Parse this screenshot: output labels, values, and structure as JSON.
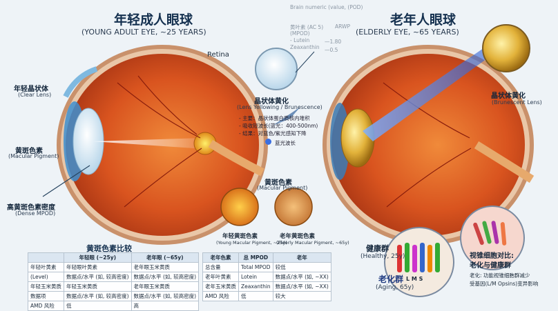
{
  "left_eye": {
    "title": "年轻成人眼球",
    "subtitle": "(YOUNG ADULT EYE, ~25 YEARS)",
    "retina_label": "Retina",
    "lens_cn": "年轻晶状体",
    "lens_en": "(Clear Lens)",
    "pigment_cn": "黄斑色素",
    "pigment_en": "(Macular Pigment)",
    "mpod_cn": "高黄斑色素密度",
    "mpod_en": "(Dense MPOD)"
  },
  "right_eye": {
    "title": "老年人眼球",
    "subtitle": "(ELDERLY EYE, ~65 YEARS)",
    "lens_cn": "晶状体黄化",
    "lens_en": "(Brunescent Lens)"
  },
  "center": {
    "lens_yellow_cn": "晶状体黄化",
    "lens_yellow_en": "(Lens Yellowing / Brunescence)",
    "bullet1": "- 主要：晶状体蛋白质核内堆积",
    "bullet2": "- 吸收短波长(蓝光：400-500nm)",
    "bullet3": "- 结果：对蓝色/紫光感知下降",
    "blue_wave": "蓝光波长",
    "macular_cn": "黄斑色素",
    "macular_en": "(Macular Pigment)",
    "young_mp_cn": "年轻黄斑色素",
    "young_mp_en": "(Young Macular Pigment, ~25y)",
    "old_mp_cn": "老年黄斑色素",
    "old_mp_en": "(Elderly Macular Pigment, ~65y)"
  },
  "faint_text": {
    "t1": "Brain numeric (value, (POD)",
    "t2": "黄叶素 (AC 5)",
    "t3": "(MPOD)",
    "t4": "- Lutein",
    "t5": "Zeaxanthin",
    "t6": "ARWP",
    "t7": "—1.80",
    "t8": "—0.5"
  },
  "table1": {
    "title": "黄斑色素比较",
    "headers": [
      "",
      "年轻眼 (~25y)",
      "老年眼 (~65y)"
    ],
    "rows": [
      [
        "年轻叶黄素",
        "年轻眼叶黄素",
        "老年眼玉米黄质"
      ],
      [
        "(Level)",
        "数据点/水平 (如, 较高密度)",
        "数据点/水平 (如, 较高密度)"
      ],
      [
        "年轻玉米黄质",
        "年轻玉米黄质",
        "老年眼玉米黄质"
      ],
      [
        "数据项",
        "数据点/水平 (如, 较高密度)",
        "数据点/水平 (如, 较高密度)"
      ],
      [
        "AMD 风险",
        "低",
        "高"
      ]
    ]
  },
  "table2": {
    "headers": [
      "老年色素",
      "总 MPOD",
      "老年"
    ],
    "rows": [
      [
        "总含量",
        "Total MPOD",
        "较低"
      ],
      [
        "老年叶黄素",
        "Lotein",
        "数据点/水平 (如, ~XX)"
      ],
      [
        "老年玉米黄质",
        "Zeaxanthin",
        "数据点/水平 (如, ~XX)"
      ],
      [
        "AMD 风险",
        "低",
        "较大"
      ]
    ]
  },
  "cones": {
    "healthy_cn": "健康群",
    "healthy_en": "(Healthy, 25y)",
    "aging_cn": "老化群",
    "aging_en": "(Aging, 65y)",
    "lms": "L M S",
    "compare_title1": "视锥细胞对比:",
    "compare_title2": "老化与健康群",
    "compare_line1": "老化: 功能视锥细胞群减少",
    "compare_line2": "受基因(L/M Opsins)变异影响"
  }
}
